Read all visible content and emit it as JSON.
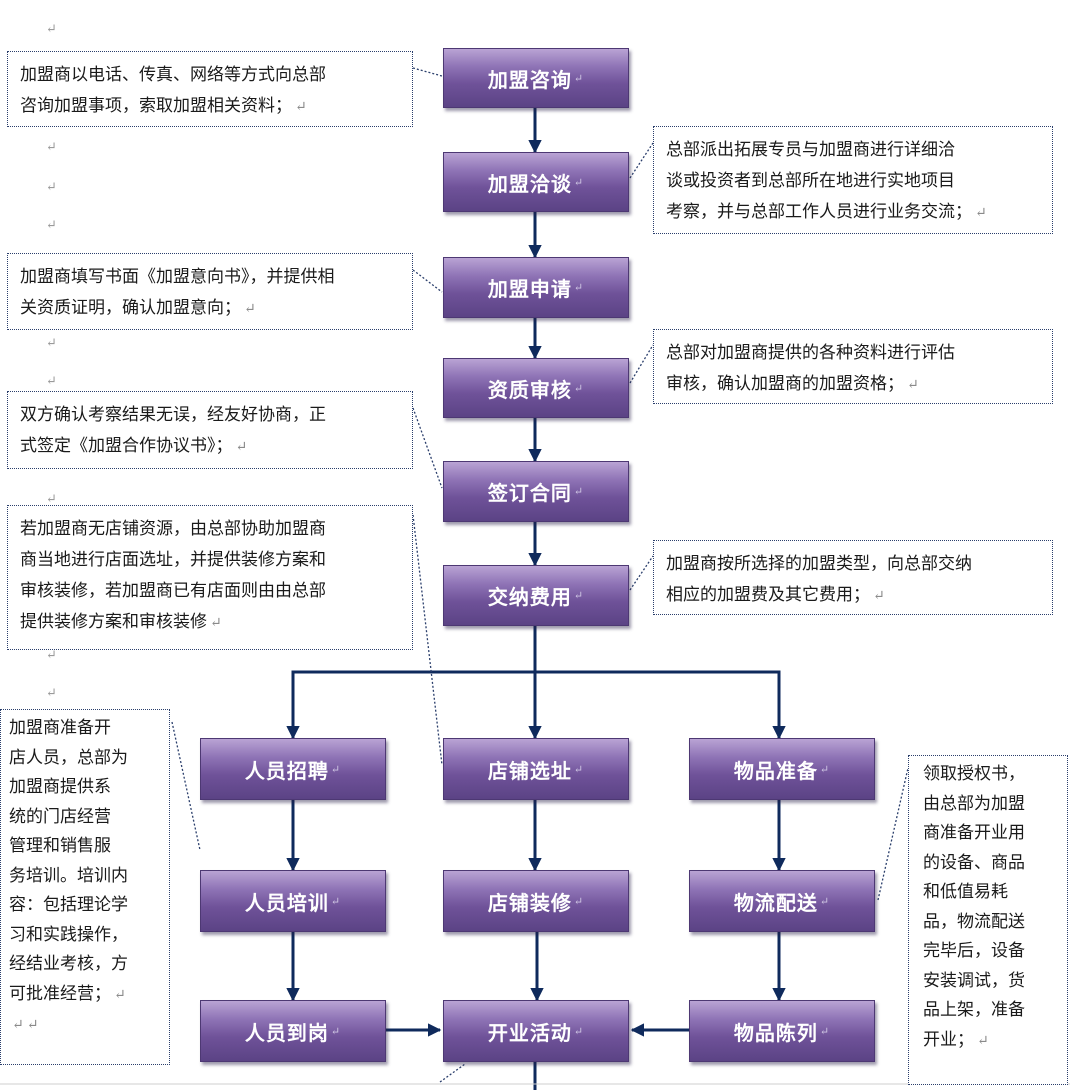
{
  "return_mark": "↵",
  "steps": {
    "consult": "加盟咨询",
    "negotiate": "加盟洽谈",
    "apply": "加盟申请",
    "review": "资质审核",
    "sign": "签订合同",
    "pay": "交纳费用",
    "recruit": "人员招聘",
    "site": "店铺选址",
    "goods": "物品准备",
    "training": "人员培训",
    "decoration": "店铺装修",
    "logistics": "物流配送",
    "onduty": "人员到岗",
    "opening": "开业活动",
    "display": "物品陈列"
  },
  "notes": {
    "consult": [
      "加盟商以电话、传真、网络等方式向总部",
      "咨询加盟事项，索取加盟相关资料；"
    ],
    "negotiate": [
      "总部派出拓展专员与加盟商进行详细洽",
      "谈或投资者到总部所在地进行实地项目",
      "考察，并与总部工作人员进行业务交流；"
    ],
    "apply": [
      "加盟商填写书面《加盟意向书》，并提供相",
      "关资质证明，确认加盟意向；"
    ],
    "review": [
      "总部对加盟商提供的各种资料进行评估",
      "审核，确认加盟商的加盟资格；"
    ],
    "sign": [
      "双方确认考察结果无误，经友好协商，正",
      "式签定《加盟合作协议书》；"
    ],
    "pay": [
      "加盟商按所选择的加盟类型，向总部交纳",
      "相应的加盟费及其它费用；"
    ],
    "site": [
      "若加盟商无店铺资源，由总部协助加盟商",
      "商当地进行店面选址，并提供装修方案和",
      "审核装修，若加盟商已有店面则由由总部",
      "提供装修方案和审核装修"
    ],
    "training": [
      "加盟商准备开",
      "店人员，总部为",
      "加盟商提供系",
      "统的门店经营",
      "管理和销售服",
      "务培训。培训内",
      "容：包括理论学",
      "习和实践操作，",
      "经结业考核，方",
      "可批准经营；"
    ],
    "logistics": [
      "领取授权书，",
      "由总部为加盟",
      "商准备开业用",
      "的设备、商品",
      "和低值易耗",
      "品，物流配送",
      "完毕后，设备",
      "安装调试，货",
      "品上架，准备",
      "开业；"
    ]
  },
  "colors": {
    "arrow": "#0f2a5c",
    "leader": "#2b3f6c",
    "box_top": "#b9a3d4",
    "box_bottom": "#5b4385"
  }
}
